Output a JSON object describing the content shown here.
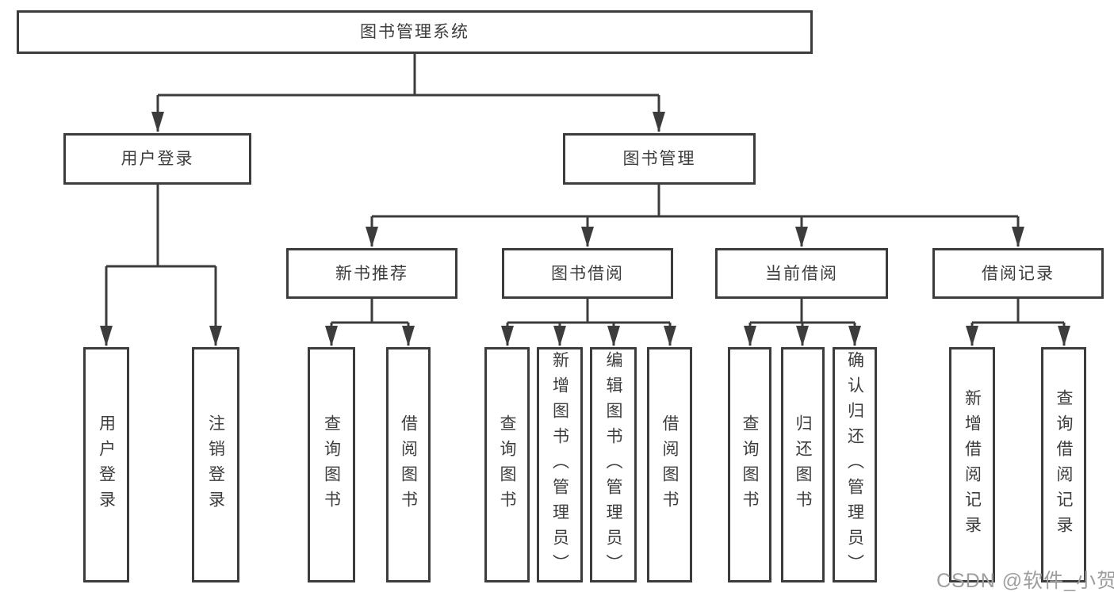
{
  "tree": {
    "root": "图书管理系统",
    "children": [
      {
        "label": "用户登录",
        "leaves": [
          "用户登录",
          "注销登录"
        ]
      },
      {
        "label": "图书管理",
        "children": [
          {
            "label": "新书推荐",
            "leaves": [
              "查询图书",
              "借阅图书"
            ]
          },
          {
            "label": "图书借阅",
            "leaves": [
              "查询图书",
              "新增图书（管理员）",
              "编辑图书（管理员）",
              "借阅图书"
            ]
          },
          {
            "label": "当前借阅",
            "leaves": [
              "查询图书",
              "归还图书",
              "确认归还（管理员）"
            ]
          },
          {
            "label": "借阅记录",
            "leaves": [
              "新增借阅记录",
              "查询借阅记录"
            ]
          }
        ]
      }
    ]
  },
  "watermark": "CSDN @软件_小贺同学",
  "colors": {
    "line": "#3c3c3c",
    "text": "#3d3d3d",
    "box_background": "#ffffff",
    "page_background": "#ffffff",
    "watermark": "#9e9e9e"
  }
}
